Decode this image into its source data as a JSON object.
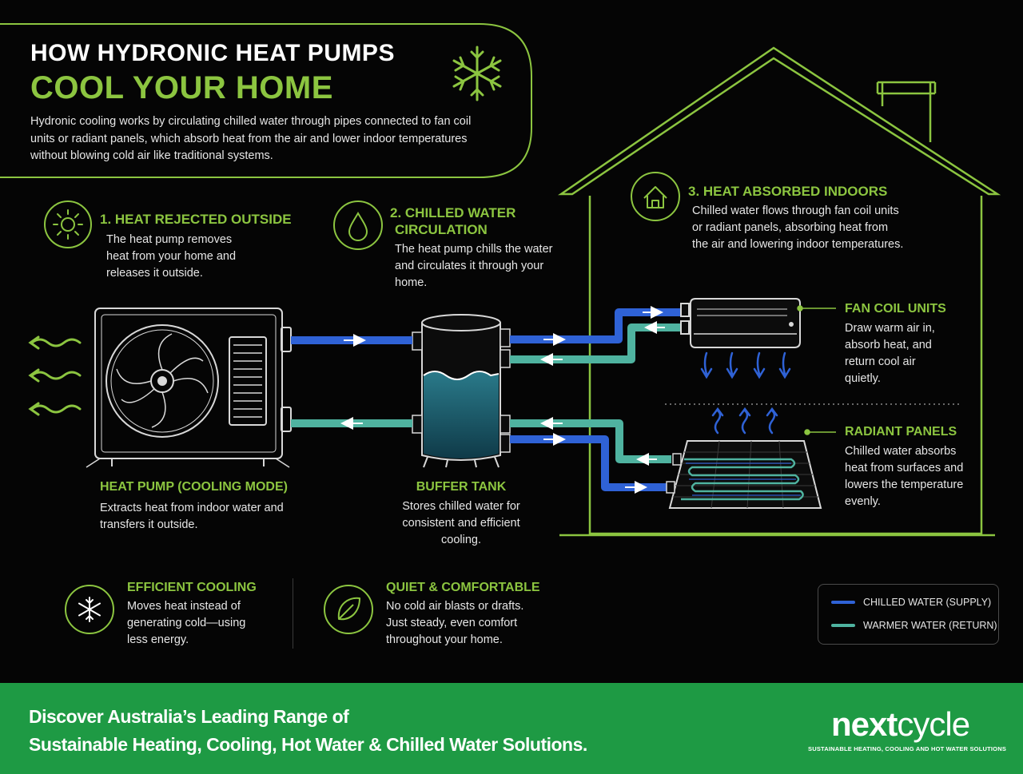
{
  "header": {
    "title": "HOW HYDRONIC HEAT PUMPS",
    "subtitle": "COOL YOUR HOME",
    "description": "Hydronic cooling works by circulating chilled water through pipes connected to fan coil units or radiant panels, which absorb heat from the air and lower indoor temperatures without blowing cold air like traditional systems."
  },
  "steps": [
    {
      "title": "1. HEAT REJECTED OUTSIDE",
      "text": "The heat pump removes heat from your home and releases it outside.",
      "icon": "sun-icon"
    },
    {
      "title_line1": "2. CHILLED WATER",
      "title_line2": "CIRCULATION",
      "text": "The heat pump chills the water and circulates it through your home.",
      "icon": "water-drop-icon"
    },
    {
      "title": "3. HEAT ABSORBED INDOORS",
      "text": "Chilled water flows through fan coil units or radiant panels, absorbing heat from the air and lowering indoor temperatures.",
      "icon": "house-icon"
    }
  ],
  "components": {
    "heat_pump": {
      "title": "HEAT PUMP (COOLING MODE)",
      "text": "Extracts heat from indoor water and transfers it outside."
    },
    "buffer_tank": {
      "title": "BUFFER TANK",
      "text": "Stores chilled water for consistent and efficient cooling."
    },
    "fan_coil": {
      "title": "FAN COIL UNITS",
      "text": "Draw warm air in, absorb heat, and return cool air quietly."
    },
    "radiant": {
      "title": "RADIANT PANELS",
      "text": "Chilled water absorbs heat from surfaces and lowers the temperature evenly."
    }
  },
  "benefits": [
    {
      "title": "EFFICIENT COOLING",
      "text": "Moves heat instead of generating cold—using less energy.",
      "icon": "snowflake-icon"
    },
    {
      "title": "QUIET & COMFORTABLE",
      "text": "No cold air blasts or drafts. Just steady, even comfort throughout your home.",
      "icon": "leaf-icon"
    }
  ],
  "legend": {
    "supply": "CHILLED WATER (SUPPLY)",
    "return": "WARMER WATER (RETURN)"
  },
  "colors": {
    "accent_green": "#8cc540",
    "supply_blue": "#2f62d6",
    "return_teal": "#4fb3a0",
    "footer_green": "#1e9a44"
  },
  "footer": {
    "line1": "Discover Australia’s Leading Range of",
    "line2": "Sustainable Heating, Cooling,  Hot Water & Chilled Water Solutions.",
    "logo_bold": "next",
    "logo_light": "cycle",
    "logo_tagline": "SUSTAINABLE HEATING, COOLING AND HOT WATER SOLUTIONS"
  }
}
